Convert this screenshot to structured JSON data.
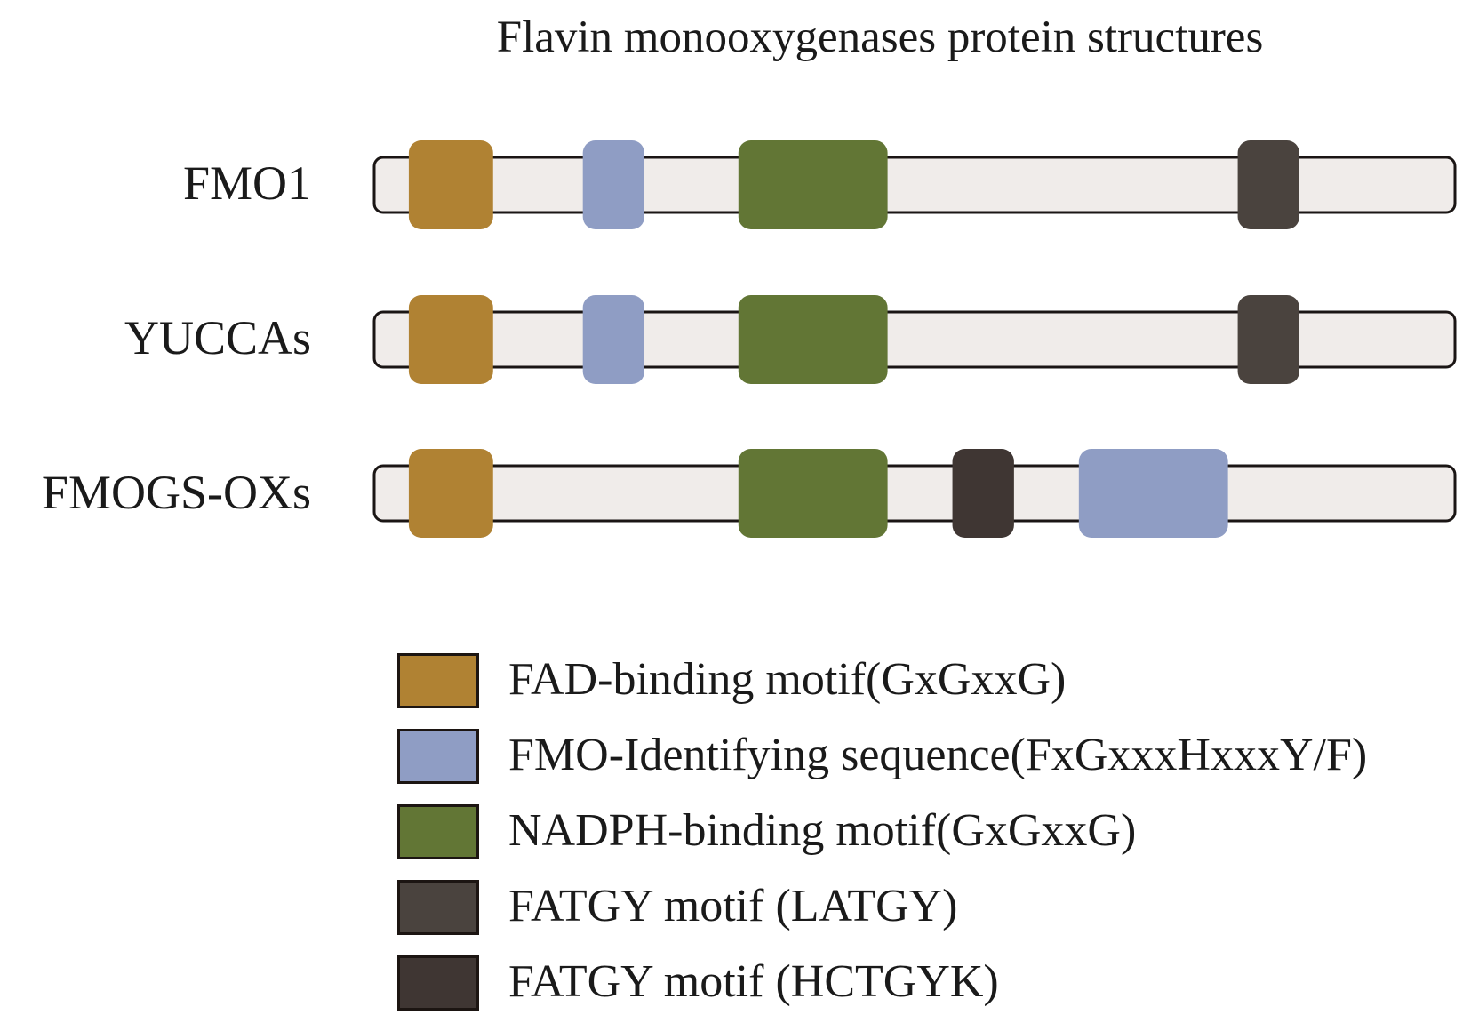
{
  "title": "Flavin monooxygenases protein structures",
  "domain_types": {
    "fad": {
      "label": "FAD-binding motif(GxGxxG)",
      "color": "#b08233"
    },
    "fmo_id": {
      "label": "FMO-Identifying sequence(FxGxxxHxxxY/F)",
      "color": "#8f9dc4"
    },
    "nadph": {
      "label": "NADPH-binding motif(GxGxxG)",
      "color": "#627635"
    },
    "fatgy_latgy": {
      "label": "FATGY motif (LATGY)",
      "color": "#4a433e"
    },
    "fatgy_hctgyk": {
      "label": "FATGY motif (HCTGYK)",
      "color": "#3f3633"
    }
  },
  "track_color": "#f0ecea",
  "proteins": [
    {
      "name": "FMO1",
      "domains": [
        {
          "type": "fad",
          "start": 0.032,
          "end": 0.11
        },
        {
          "type": "fmo_id",
          "start": 0.193,
          "end": 0.25
        },
        {
          "type": "nadph",
          "start": 0.337,
          "end": 0.475
        },
        {
          "type": "fatgy_latgy",
          "start": 0.799,
          "end": 0.856
        }
      ]
    },
    {
      "name": "YUCCAs",
      "domains": [
        {
          "type": "fad",
          "start": 0.032,
          "end": 0.11
        },
        {
          "type": "fmo_id",
          "start": 0.193,
          "end": 0.25
        },
        {
          "type": "nadph",
          "start": 0.337,
          "end": 0.475
        },
        {
          "type": "fatgy_latgy",
          "start": 0.799,
          "end": 0.856
        }
      ]
    },
    {
      "name": "FMOGS-OXs",
      "domains": [
        {
          "type": "fad",
          "start": 0.032,
          "end": 0.11
        },
        {
          "type": "nadph",
          "start": 0.337,
          "end": 0.475
        },
        {
          "type": "fatgy_hctgyk",
          "start": 0.535,
          "end": 0.592
        },
        {
          "type": "fmo_id",
          "start": 0.652,
          "end": 0.79
        }
      ]
    }
  ],
  "legend": [
    {
      "type": "fad",
      "label": "FAD-binding motif(GxGxxG)"
    },
    {
      "type": "fmo_id",
      "label": "FMO-Identifying sequence(FxGxxxHxxxY/F)"
    },
    {
      "type": "nadph",
      "label": "NADPH-binding motif(GxGxxG)"
    },
    {
      "type": "fatgy_latgy",
      "label": "FATGY motif (LATGY)"
    },
    {
      "type": "fatgy_hctgyk",
      "label": "FATGY motif (HCTGYK)"
    }
  ]
}
